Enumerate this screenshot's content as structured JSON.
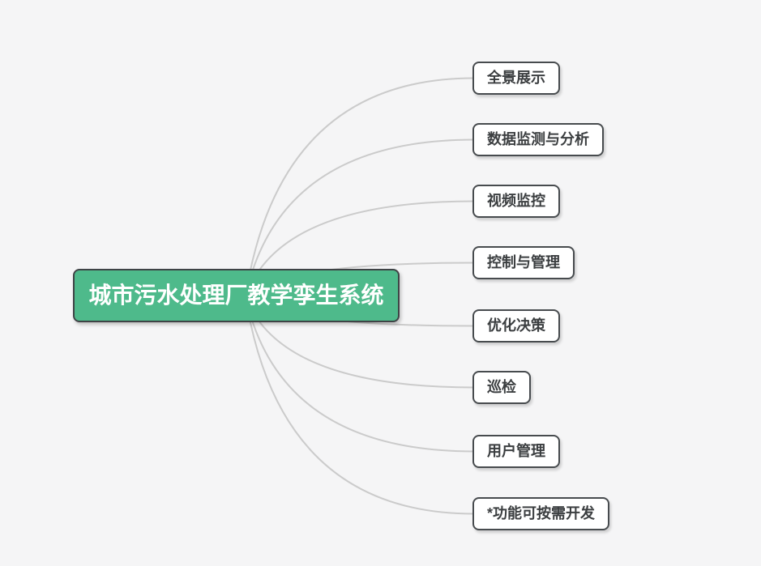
{
  "mindmap": {
    "root": {
      "label": "城市污水处理厂教学孪生系统"
    },
    "children": [
      {
        "label": "全景展示"
      },
      {
        "label": "数据监测与分析"
      },
      {
        "label": "视频监控"
      },
      {
        "label": "控制与管理"
      },
      {
        "label": "优化决策"
      },
      {
        "label": "巡检"
      },
      {
        "label": "用户管理"
      },
      {
        "label": "*功能可按需开发"
      }
    ]
  },
  "colors": {
    "background": "#f5f5f6",
    "root_fill": "#4eba8b",
    "root_border": "#3f4346",
    "root_text": "#ffffff",
    "node_fill": "#ffffff",
    "node_border": "#474b4e",
    "node_text": "#3b3e40",
    "link": "#cbcbcb"
  }
}
